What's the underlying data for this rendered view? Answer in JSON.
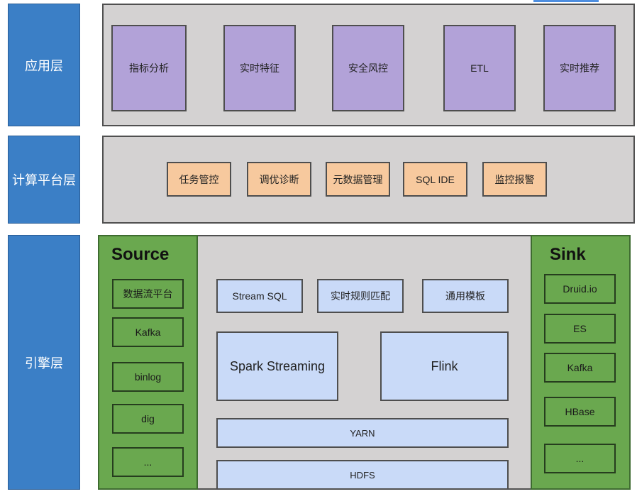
{
  "layers": {
    "application": "应用层",
    "platform": "计算平台层",
    "engine": "引擎层"
  },
  "application_items": [
    "指标分析",
    "实时特征",
    "安全风控",
    "ETL",
    "实时推荐"
  ],
  "platform_items": [
    "任务管控",
    "调优诊断",
    "元数据管理",
    "SQL IDE",
    "监控报警"
  ],
  "source": {
    "title": "Source",
    "items": [
      "数据流平台",
      "Kafka",
      "binlog",
      "dig",
      "..."
    ]
  },
  "sink": {
    "title": "Sink",
    "items": [
      "Druid.io",
      "ES",
      "Kafka",
      "HBase",
      "..."
    ]
  },
  "engine": {
    "apis": [
      "Stream SQL",
      "实时规则匹配",
      "通用模板"
    ],
    "engines": [
      "Spark Streaming",
      "Flink"
    ],
    "resource": "YARN",
    "storage": "HDFS"
  },
  "colors": {
    "layer_label": "#3b7fc6",
    "application_box": "#b2a2d8",
    "platform_box": "#f7c99e",
    "source_sink": "#6aa84f",
    "engine_box": "#c9daf8",
    "panel": "#d4d2d2"
  }
}
